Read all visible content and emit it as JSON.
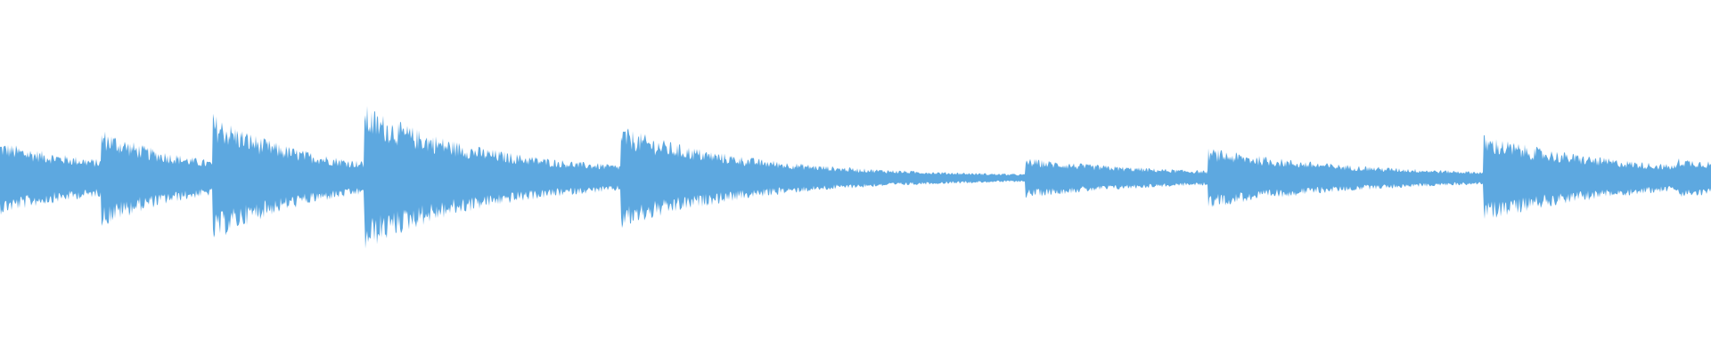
{
  "waveform": {
    "color": "#5DA8E0",
    "background": "#FFFFFF",
    "duration_fraction_note": "",
    "onsets": [
      {
        "t": 0.0,
        "peak": 0.44,
        "decay": 0.18,
        "floor": 0.08
      },
      {
        "t": 0.059,
        "peak": 0.6,
        "decay": 0.14,
        "floor": 0.07
      },
      {
        "t": 0.124,
        "peak": 0.78,
        "decay": 0.16,
        "floor": 0.05
      },
      {
        "t": 0.213,
        "peak": 0.88,
        "decay": 0.2,
        "floor": 0.06
      },
      {
        "t": 0.363,
        "peak": 0.62,
        "decay": 0.22,
        "floor": 0.02
      },
      {
        "t": 0.599,
        "peak": 0.24,
        "decay": 0.26,
        "floor": 0.02
      },
      {
        "t": 0.706,
        "peak": 0.36,
        "decay": 0.26,
        "floor": 0.02
      },
      {
        "t": 0.867,
        "peak": 0.52,
        "decay": 0.24,
        "floor": 0.03
      },
      {
        "t": 0.98,
        "peak": 0.24,
        "decay": 0.2,
        "floor": 0.1
      }
    ]
  }
}
